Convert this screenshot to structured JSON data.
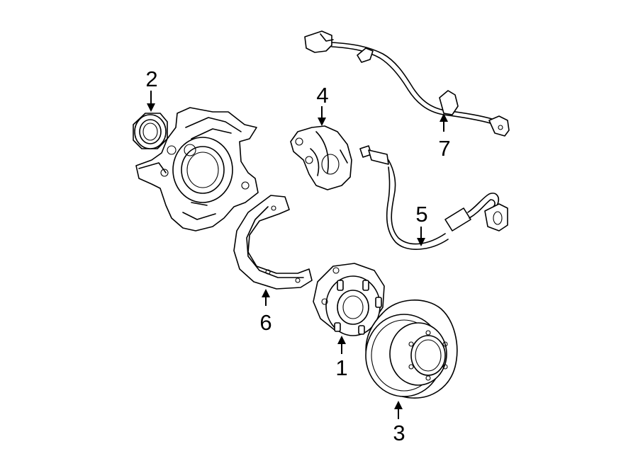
{
  "diagram": {
    "background": "#ffffff",
    "ink": "#000000",
    "callouts": [
      {
        "id": "1",
        "label": "1",
        "part": "hub-and-bearing"
      },
      {
        "id": "2",
        "label": "2",
        "part": "seal"
      },
      {
        "id": "3",
        "label": "3",
        "part": "rotor"
      },
      {
        "id": "4",
        "label": "4",
        "part": "caliper"
      },
      {
        "id": "5",
        "label": "5",
        "part": "brake-hose"
      },
      {
        "id": "6",
        "label": "6",
        "part": "splash-shield"
      },
      {
        "id": "7",
        "label": "7",
        "part": "abs-sensor-wire"
      }
    ]
  }
}
